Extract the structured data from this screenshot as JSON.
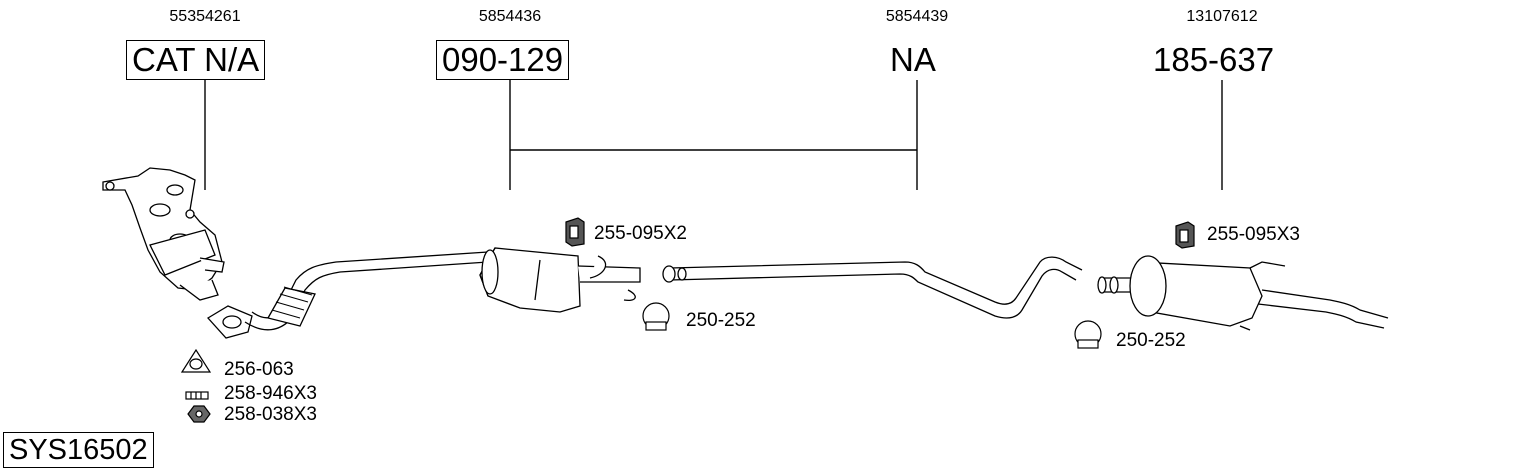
{
  "system_code": "SYS16502",
  "parts": [
    {
      "oe_number": "55354261",
      "part_number": "CAT N/A"
    },
    {
      "oe_number": "5854436",
      "part_number": "090-129"
    },
    {
      "oe_number": "5854439",
      "part_number": "NA"
    },
    {
      "oe_number": "13107612",
      "part_number": "185-637"
    }
  ],
  "accessories": [
    {
      "label": "256-063",
      "icon": "gasket-icon"
    },
    {
      "label": "258-946X3",
      "icon": "bolt-icon"
    },
    {
      "label": "258-038X3",
      "icon": "nut-icon"
    },
    {
      "label": "255-095X2",
      "icon": "rubber-mount-icon"
    },
    {
      "label": "250-252",
      "icon": "clamp-icon"
    },
    {
      "label": "250-252",
      "icon": "clamp-icon"
    },
    {
      "label": "255-095X3",
      "icon": "rubber-mount-icon"
    }
  ]
}
